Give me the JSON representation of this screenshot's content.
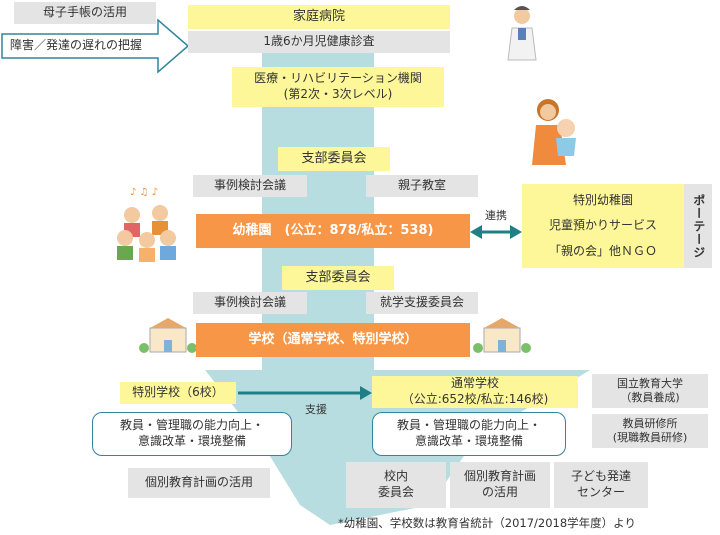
{
  "maternal_handbook": "母子手帳の活用",
  "disability_grasp": "障害／発達の遅れの把握",
  "family_hospital": "家庭病院",
  "checkup": "1歳6か月児健康診査",
  "medical": "医療・リハビリテーション機関\n(第2次・3次レベル)",
  "branch_committee_1": "支部委員会",
  "case_meeting_1": "事例検討会議",
  "parent_class": "親子教室",
  "kindergarten": "幼稚園　(公立：878/私立：538)",
  "collab_label": "連携",
  "right_services": [
    "特別幼稚園",
    "児童預かりサービス",
    "「親の会」他ＮＧＯ"
  ],
  "portage": "ポーテージ",
  "branch_committee_2": "支部委員会",
  "case_meeting_2": "事例検討会議",
  "school_support_committee": "就学支援委員会",
  "school": "学校（通常学校、特別学校）",
  "special_school": "特別学校（6校）",
  "support_label": "支援",
  "regular_school": "通常学校\n（公立:652校/私立:146校)",
  "teacher_dev_left": "教員・管理職の能力向上・\n意識改革・環境整備",
  "teacher_dev_right": "教員・管理職の能力向上・\n意識改革・環境整備",
  "univ_edu": "国立教育大学\n（教員養成)",
  "teacher_training": "教員研修所\n(現職教員研修)",
  "iep_left": "個別教育計画の活用",
  "school_committee": "校内\n委員会",
  "iep_right": "個別教育計画\nの活用",
  "child_dev_center": "子ども発達\nセンター",
  "footnote": "*幼稚園、学校数は教育省統計（2017/2018学年度）より",
  "colors": {
    "teal_flow": "#b8dde0",
    "arrow": "#1f7f86",
    "orange": "#f79646",
    "yellow": "#fdf79a",
    "gray": "#e4e4e4"
  }
}
